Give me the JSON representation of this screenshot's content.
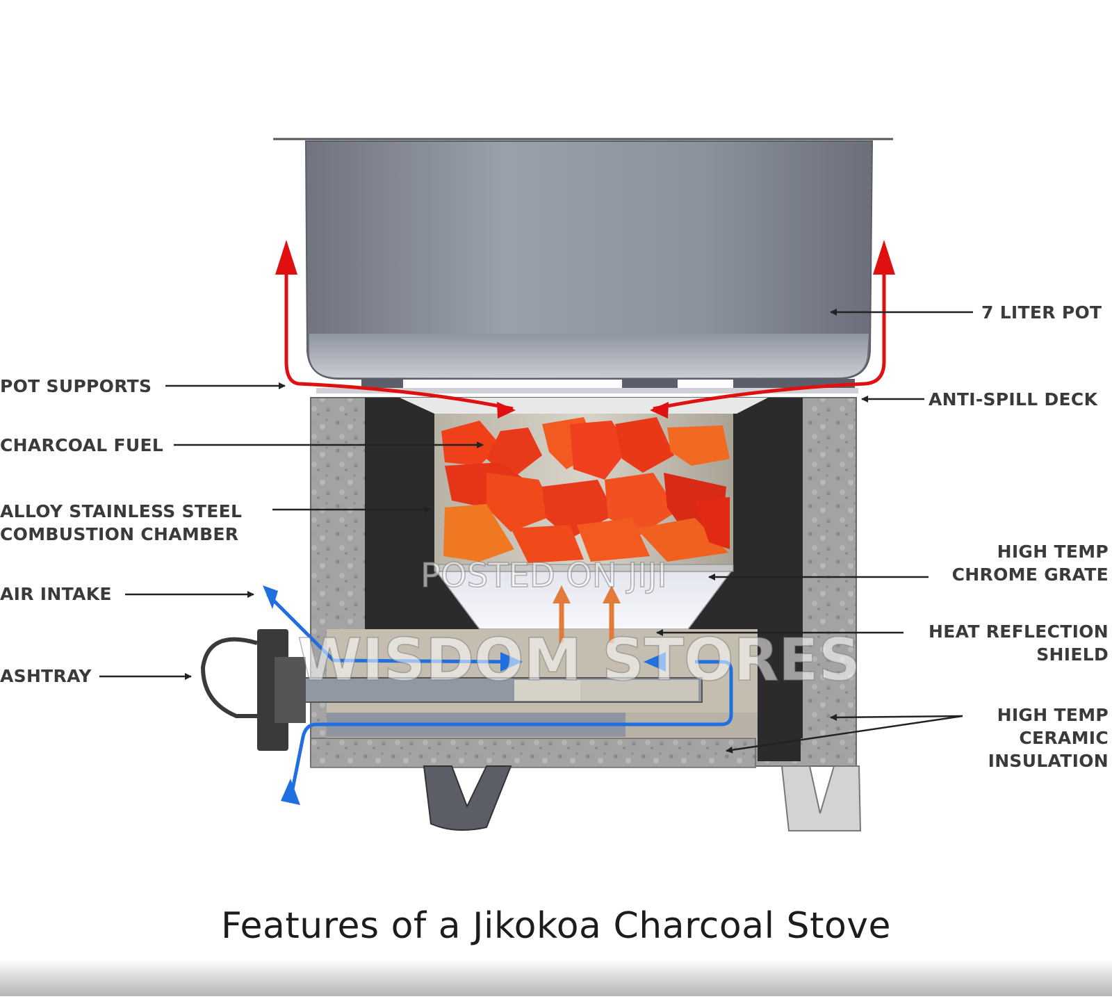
{
  "title": "Features of a Jikokoa Charcoal Stove",
  "labels": {
    "pot": "7 LITER POT",
    "pot_supports": "POT SUPPORTS",
    "anti_spill": "ANTI-SPILL DECK",
    "charcoal_fuel": "CHARCOAL FUEL",
    "chamber_1": "ALLOY STAINLESS STEEL",
    "chamber_2": "COMBUSTION CHAMBER",
    "grate_1": "HIGH TEMP",
    "grate_2": "CHROME GRATE",
    "air_intake": "AIR INTAKE",
    "shield_1": "HEAT REFLECTION",
    "shield_2": "SHIELD",
    "ashtray": "ASHTRAY",
    "insulation_1": "HIGH TEMP",
    "insulation_2": "CERAMIC",
    "insulation_3": "INSULATION"
  },
  "watermarks": {
    "posted": "POSTED ON JIJI",
    "store": "WISDOM STORES"
  },
  "colors": {
    "hot_air": "#e01010",
    "cool_air": "#1f6fe0",
    "flame": "#f04a1a",
    "insulation": "#9a9a9a",
    "chamber_wall": "#2a2a2a",
    "pot": "#8a8f9c"
  }
}
